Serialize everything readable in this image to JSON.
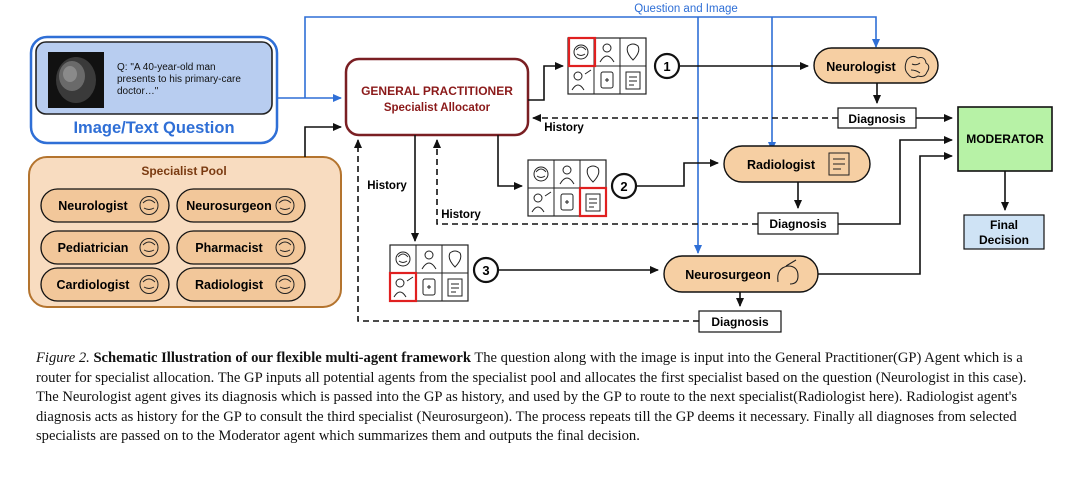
{
  "input": {
    "question_text_1": "Q: \"A 40-year-old man",
    "question_text_2": "presents to his primary-care",
    "question_text_3": "doctor…\"",
    "label": "Image/Text Question"
  },
  "gp": {
    "title": "GENERAL PRACTITIONER",
    "subtitle": "Specialist Allocator"
  },
  "pool": {
    "title": "Specialist Pool",
    "items": [
      "Neurologist",
      "Neurosurgeon",
      "Pediatrician",
      "Pharmacist",
      "Cardiologist",
      "Radiologist"
    ]
  },
  "top_label": "Question and Image",
  "steps": [
    "1",
    "2",
    "3"
  ],
  "specialists": [
    "Neurologist",
    "Radiologist",
    "Neurosurgeon"
  ],
  "diagnosis_label": "Diagnosis",
  "history_label": "History",
  "moderator": "MODERATOR",
  "final_1": "Final",
  "final_2": "Decision",
  "colors": {
    "blue": "#2f6fd6",
    "orange_fill": "#f6cfa3",
    "pool_fill": "#f8dcc0",
    "pool_border": "#b4742e",
    "gp_border": "#7a1f23",
    "gp_text": "#8b1a1a",
    "moderator_fill": "#b7f2a6",
    "final_fill": "#cfe3f5",
    "input_fill": "#b8cdf0",
    "red": "#e02020"
  },
  "caption": {
    "fig": "Figure 2.",
    "bold": "Schematic Illustration of our flexible multi-agent framework",
    "body": "The question along with the image is input into the General Practitioner(GP) Agent which is a router for specialist allocation. The GP inputs all potential agents from the specialist pool and allocates the first specialist based on the question (Neurologist in this case). The Neurologist agent gives its diagnosis which is passed into the GP as history, and used by the GP to route to the next specialist(Radiologist here). Radiologist agent's diagnosis acts as history for the GP to consult the third specialist (Neurosurgeon). The process repeats till the GP deems it necessary. Finally all diagnoses from selected specialists are passed on to the Moderator agent which summarizes them and outputs the final decision."
  }
}
